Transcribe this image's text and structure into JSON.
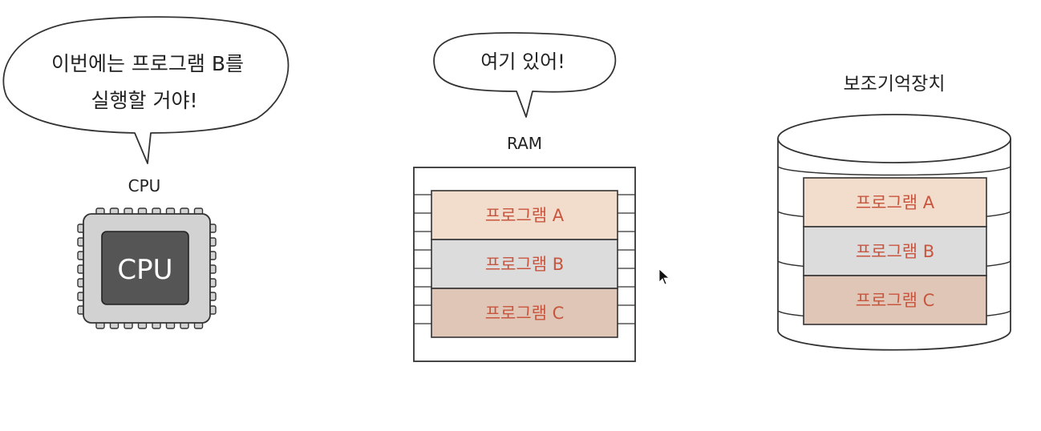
{
  "cpu": {
    "bubble_lines": [
      "이번에는 프로그램 B를",
      "실행할 거야!"
    ],
    "label": "CPU",
    "chip_text": "CPU"
  },
  "ram": {
    "bubble_text": "여기 있어!",
    "label": "RAM",
    "programs": [
      {
        "name": "프로그램 A",
        "fill": "#f2dccb"
      },
      {
        "name": "프로그램 B",
        "fill": "#dcdcdc"
      },
      {
        "name": "프로그램 C",
        "fill": "#dfc6b6"
      }
    ]
  },
  "storage": {
    "label": "보조기억장치",
    "programs": [
      {
        "name": "프로그램 A",
        "fill": "#f2dccb"
      },
      {
        "name": "프로그램 B",
        "fill": "#dcdcdc"
      },
      {
        "name": "프로그램 C",
        "fill": "#dfc6b6"
      }
    ]
  },
  "colors": {
    "program_text": "#c8563f",
    "chip_outer": "#d2d2d2",
    "chip_inner": "#555555",
    "outline": "#333333"
  }
}
